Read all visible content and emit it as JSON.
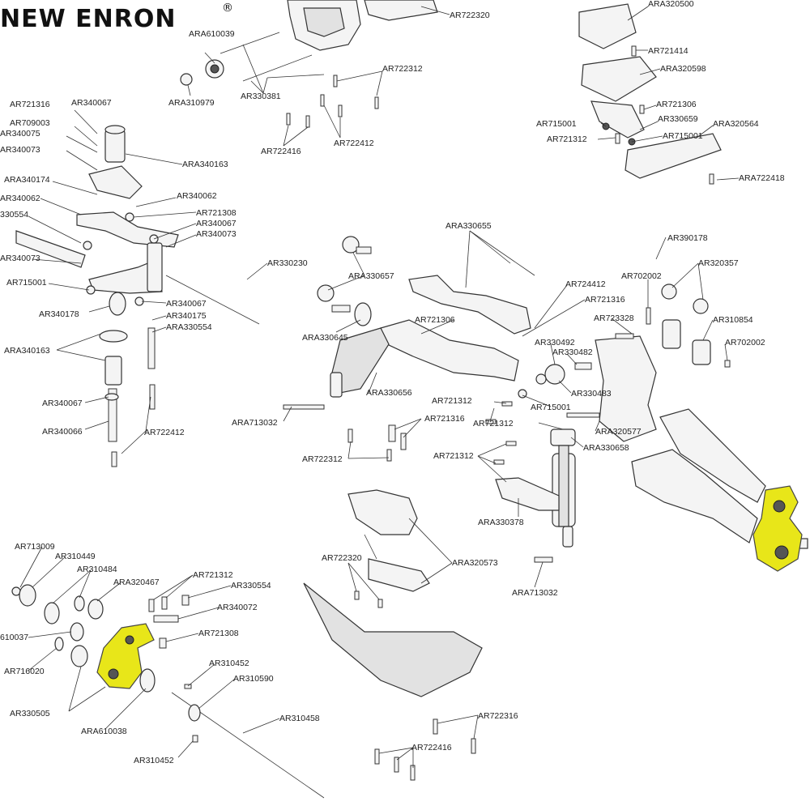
{
  "brand": {
    "name": "NEW ENRON",
    "mark": "®"
  },
  "colors": {
    "highlight": "#e8e619",
    "line": "#333333",
    "text": "#222222"
  },
  "labels": [
    "ARA320500",
    "AR722320",
    "AR721414",
    "ARA610039",
    "ARA320598",
    "AR722312",
    "AR330381",
    "ARA310979",
    "AR721306",
    "AR715001",
    "AR330659",
    "ARA320564",
    "AR721312",
    "AR715001",
    "ARA722418",
    "AR721316",
    "AR340067",
    "AR709003",
    "AR340075",
    "AR340073",
    "AR722416",
    "AR722412",
    "ARA340163",
    "ARA340174",
    "AR340062",
    "AR340062",
    "AR721308",
    "AR340067",
    "AR340073",
    "330554",
    "AR340073",
    "AR330230",
    "AR715001",
    "AR340067",
    "AR340178",
    "AR340175",
    "ARA330554",
    "ARA340163",
    "AR340067",
    "AR340066",
    "AR722412",
    "ARA330655",
    "AR390178",
    "AR320357",
    "ARA330657",
    "AR702002",
    "AR724412",
    "AR721316",
    "AR723328",
    "AR310854",
    "AR721306",
    "ARA330645",
    "AR330492",
    "AR330482",
    "AR702002",
    "ARA330656",
    "AR330483",
    "AR721312",
    "AR715001",
    "ARA713032",
    "AR721316",
    "AR721312",
    "ARA320577",
    "AR722312",
    "ARA330658",
    "AR721312",
    "ARA330378",
    "AR713009",
    "AR310449",
    "AR722320",
    "ARA320573",
    "AR310484",
    "ARA320467",
    "AR721312",
    "AR330554",
    "ARA713032",
    "AR340072",
    "610037",
    "AR721308",
    "AR716020",
    "AR310452",
    "AR310590",
    "AR330505",
    "ARA610038",
    "AR310458",
    "AR722316",
    "AR722416",
    "AR310452"
  ]
}
